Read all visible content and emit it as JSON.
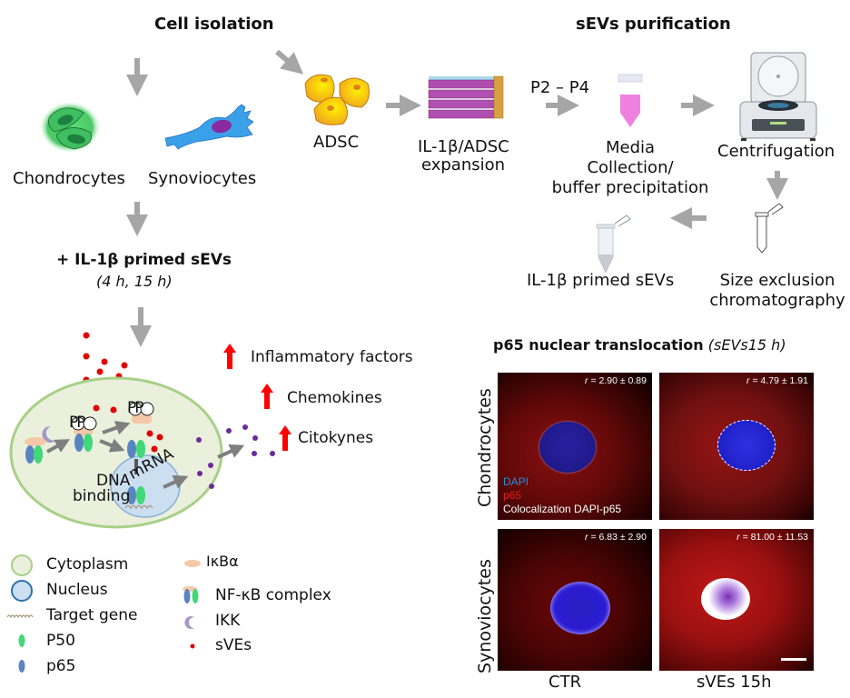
{
  "headings": {
    "cell_isolation": "Cell isolation",
    "sevs_purification": "sEVs purification",
    "treatment": "+ IL-1β primed sEVs",
    "treatment_times": "(4 h, 15 h)",
    "p65_title": "p65 nuclear translocation",
    "p65_subtitle": "(sEVs15 h)"
  },
  "workflow": {
    "chondrocytes": "Chondrocytes",
    "synoviocytes": "Synoviocytes",
    "adsc": "ADSC",
    "expansion_line1": "IL-1β/ADSC",
    "expansion_line2": "expansion",
    "passage": "P2 – P4",
    "media_line1": "Media",
    "media_line2": "Collection/",
    "media_line3": "buffer precipitation",
    "centrifugation": "Centrifugation",
    "sec_line1": "Size exclusion",
    "sec_line2": "chromatography",
    "primed_sevs": "IL-1β primed sEVs"
  },
  "pathway": {
    "pp1": "PP",
    "pp2": "PP",
    "dna_line1": "DNA",
    "dna_line2": "binding",
    "mrna": "mRNA",
    "outcomes": [
      "Inflammatory factors",
      "Chemokines",
      "Citokynes"
    ]
  },
  "legend": {
    "left": [
      "Cytoplasm",
      "Nucleus",
      "Target gene",
      "P50",
      "p65"
    ],
    "right": [
      "IκBα",
      "NF-κB complex",
      "IKK",
      "sVEs"
    ]
  },
  "micrographs": {
    "rows": [
      "Chondrocytes",
      "Synoviocytes"
    ],
    "columns": [
      "CTR",
      "sVEs 15h"
    ],
    "r_values": [
      [
        "2.90 ± 0.89",
        "4.79 ± 1.91"
      ],
      [
        "6.83 ± 2.90",
        "81.00 ± 11.53"
      ]
    ],
    "r_symbol": "r",
    "channel_legend": {
      "dapi": "DAPI",
      "p65": "p65",
      "coloc": "Colocalization DAPI-p65"
    }
  },
  "colors": {
    "arrow_gray": "#a6a6a6",
    "up_arrow_red": "#ff0000",
    "dapi_blue": "#1f8fe0",
    "p65_red": "#e32020",
    "sev_red": "#e00000",
    "cytokine_purple": "#6a2a9a"
  }
}
